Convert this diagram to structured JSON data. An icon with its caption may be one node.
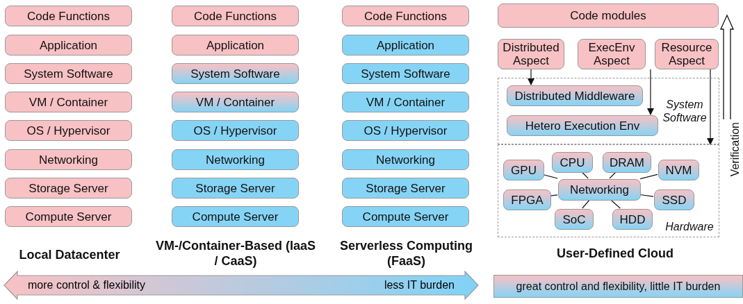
{
  "diagram": {
    "nodes": [
      {
        "text": [
          "Code Functions"
        ]
      },
      {
        "text": [
          "Application"
        ]
      },
      {
        "text": [
          "System Software"
        ]
      },
      {
        "text": [
          "VM / Container"
        ]
      },
      {
        "text": [
          "OS / Hypervisor"
        ]
      },
      {
        "text": [
          "Networking"
        ]
      },
      {
        "text": [
          "Storage Server"
        ]
      },
      {
        "text": [
          "Compute Server"
        ]
      },
      {
        "text": [
          "Code Functions"
        ]
      },
      {
        "text": [
          "Application"
        ]
      },
      {
        "text": [
          "System Software"
        ]
      },
      {
        "text": [
          "VM / Container"
        ]
      },
      {
        "text": [
          "OS / Hypervisor"
        ]
      },
      {
        "text": [
          "Networking"
        ]
      },
      {
        "text": [
          "Storage Server"
        ]
      },
      {
        "text": [
          "Compute Server"
        ]
      },
      {
        "text": [
          "Code Functions"
        ]
      },
      {
        "text": [
          "Application"
        ]
      },
      {
        "text": [
          "System Software"
        ]
      },
      {
        "text": [
          "VM / Container"
        ]
      },
      {
        "text": [
          "OS / Hypervisor"
        ]
      },
      {
        "text": [
          "Networking"
        ]
      },
      {
        "text": [
          "Storage Server"
        ]
      },
      {
        "text": [
          "Compute Server"
        ]
      },
      {
        "text": [
          "Code modules"
        ]
      },
      {
        "text": [
          "Distributed Aspect"
        ]
      },
      {
        "text": [
          "ExecEnv Aspect"
        ]
      },
      {
        "text": [
          "Resource Aspect"
        ]
      },
      {
        "text": [
          "System Software"
        ]
      },
      {
        "text": [
          "Distributed Middleware"
        ],
        "in": 28
      },
      {
        "text": [
          "Hetero Execution Env"
        ],
        "in": 28
      },
      {
        "text": [
          "Hardware"
        ]
      },
      {
        "text": [
          "CPU"
        ],
        "in": 31
      },
      {
        "text": [
          "DRAM"
        ],
        "in": 31
      },
      {
        "text": [
          "GPU"
        ],
        "in": 31
      },
      {
        "text": [
          "NVM"
        ],
        "in": 31
      },
      {
        "text": [
          "Networking"
        ],
        "in": 31
      },
      {
        "text": [
          "FPGA"
        ],
        "in": 31
      },
      {
        "text": [
          "SSD"
        ],
        "in": 31
      },
      {
        "text": [
          "SoC"
        ],
        "in": 31
      },
      {
        "text": [
          "HDD"
        ],
        "in": 31
      },
      {
        "text": [
          "more control & flexibility",
          "less IT burden"
        ]
      },
      {
        "text": [
          "great control and flexibility, little IT burden"
        ]
      }
    ],
    "edges": [
      {
        "from": 25,
        "to": 29,
        "arrow": "to"
      },
      {
        "from": 26,
        "to": 30,
        "arrow": "to"
      },
      {
        "from": 27,
        "to": 31,
        "arrow": "to"
      },
      {
        "from": 36,
        "to": 32,
        "arrow": "none"
      },
      {
        "from": 36,
        "to": 33,
        "arrow": "none"
      },
      {
        "from": 36,
        "to": 34,
        "arrow": "none"
      },
      {
        "from": 36,
        "to": 35,
        "arrow": "none"
      },
      {
        "from": 36,
        "to": 37,
        "arrow": "none"
      },
      {
        "from": 36,
        "to": 38,
        "arrow": "none"
      },
      {
        "from": 36,
        "to": 39,
        "arrow": "none"
      },
      {
        "from": 36,
        "to": 40,
        "arrow": "none"
      }
    ],
    "labels": [
      "Verification",
      "Local Datacenter",
      "VM-/Container-Based (IaaS / CaaS)",
      "Serverless Computing (FaaS)",
      "User-Defined Cloud"
    ]
  }
}
